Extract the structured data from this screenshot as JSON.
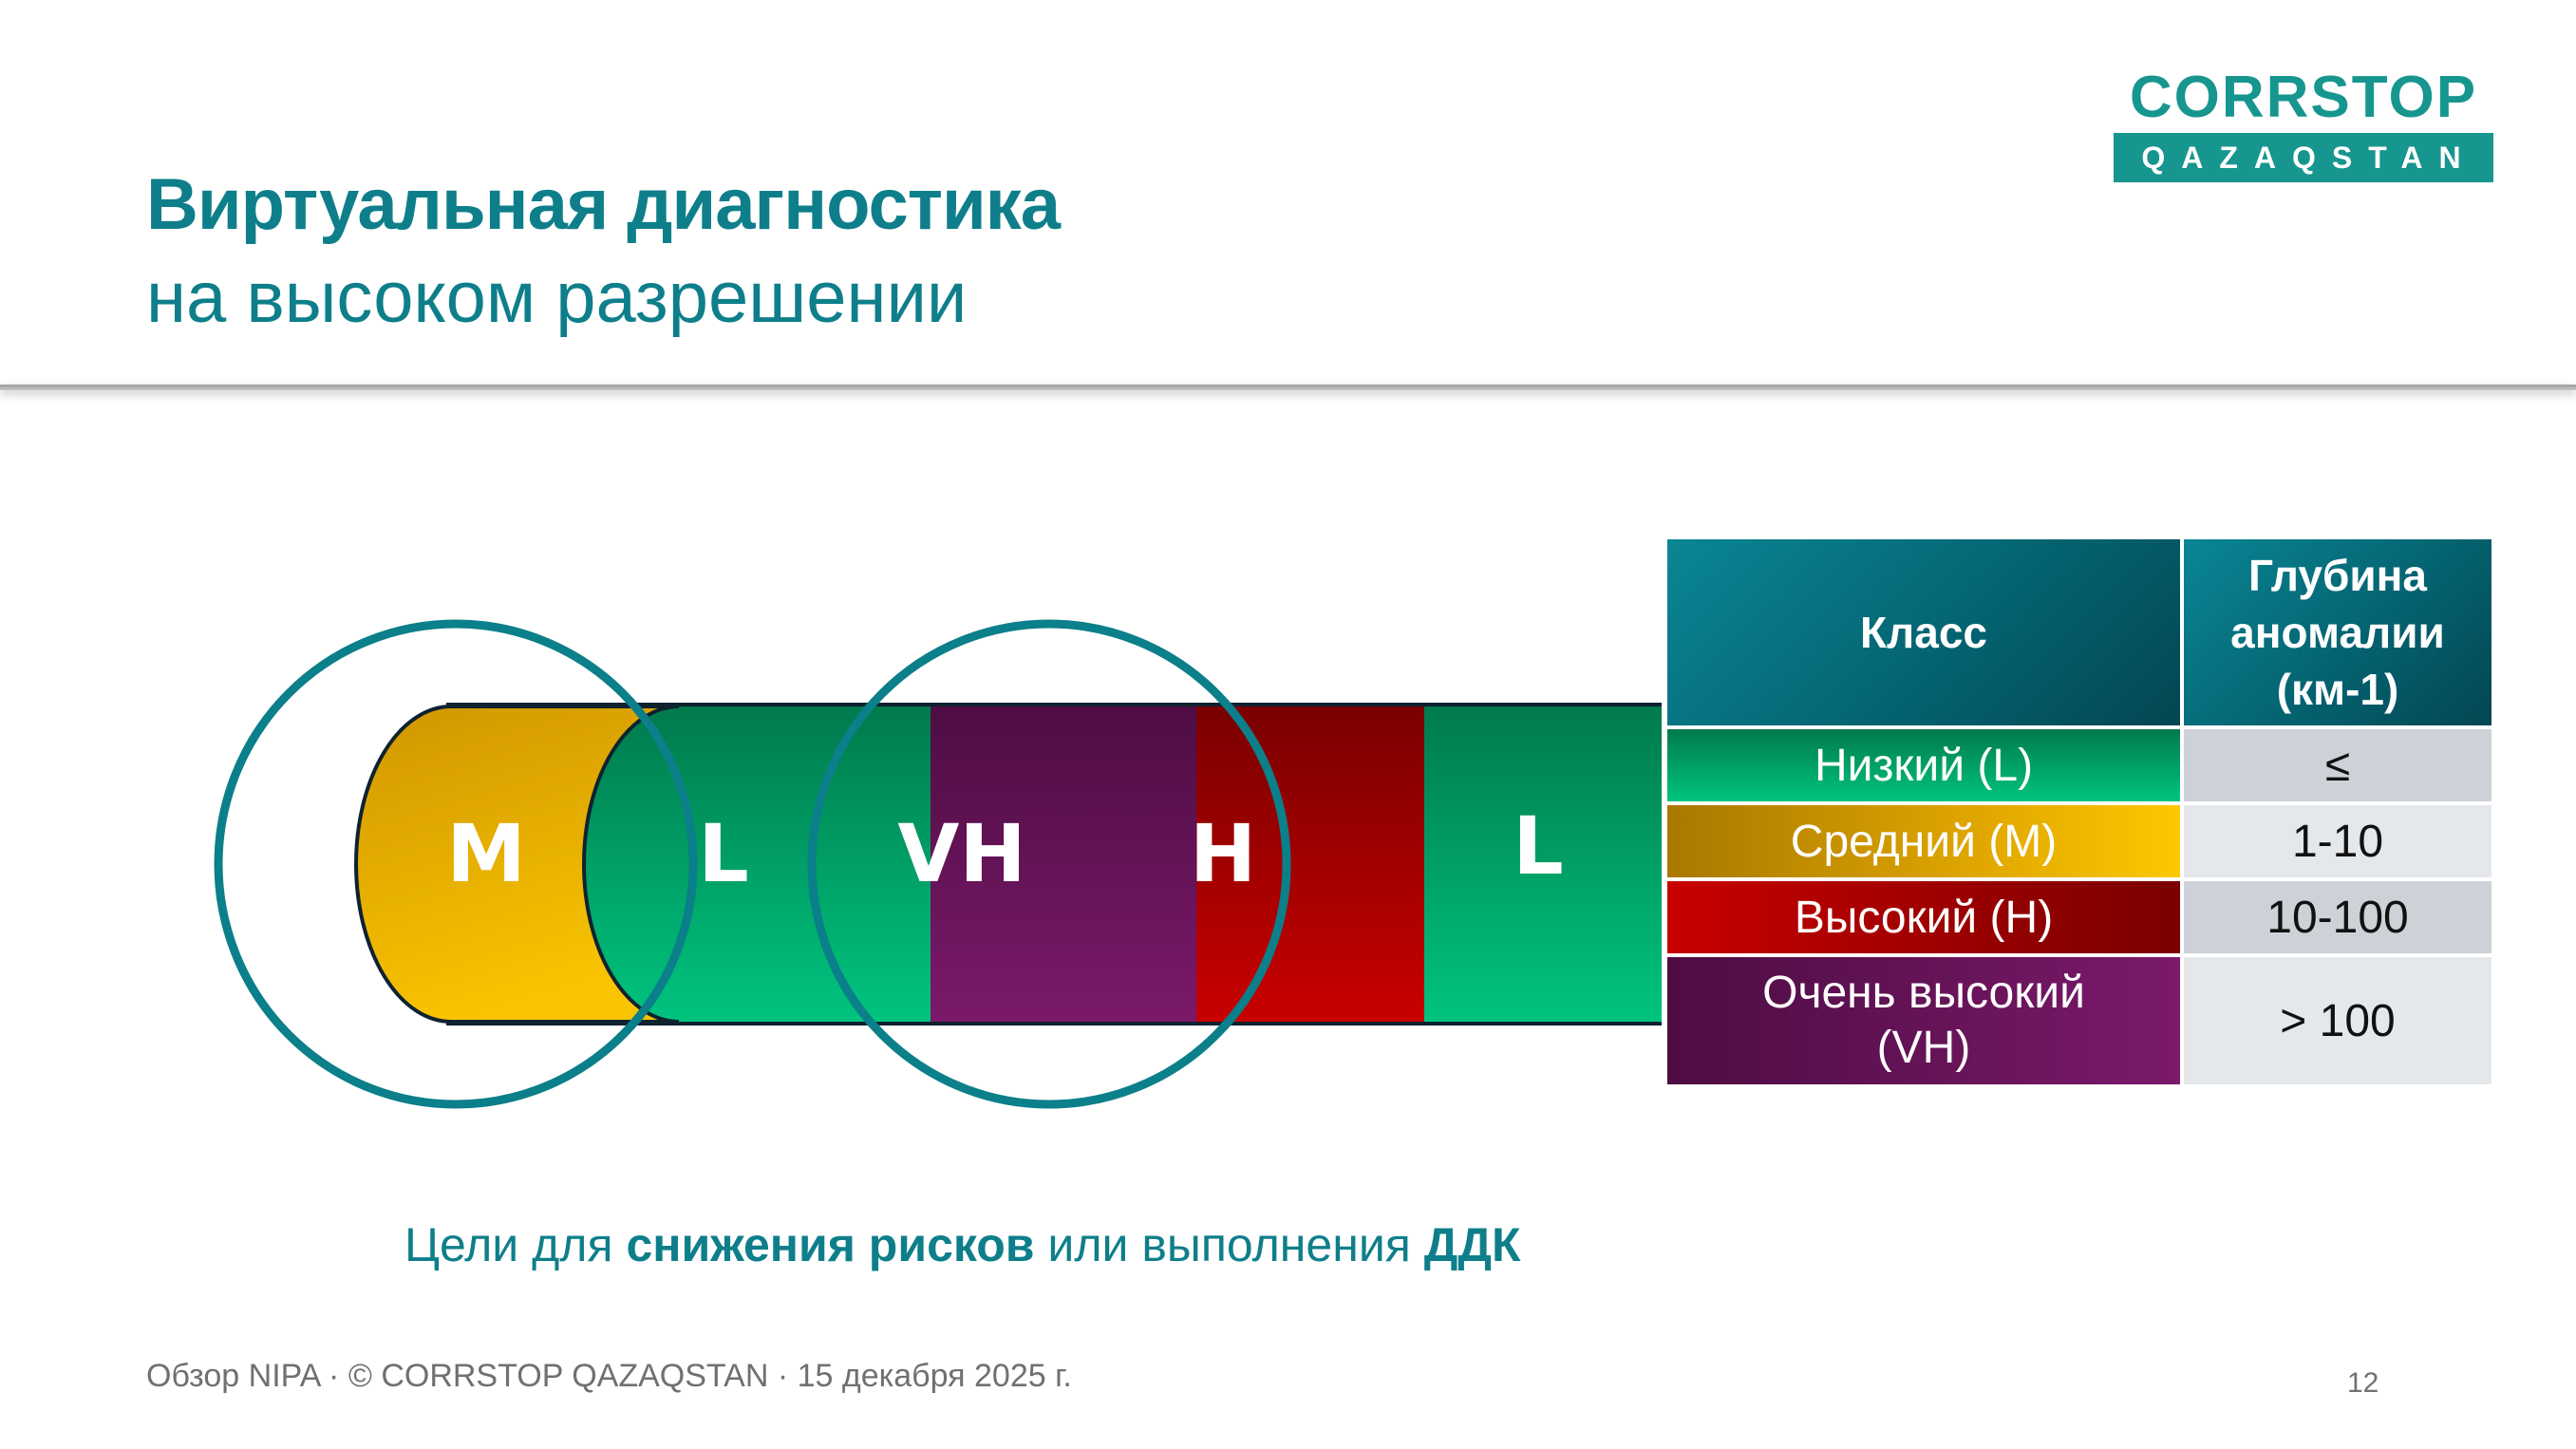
{
  "header": {
    "title": "Виртуальная диагностика",
    "subtitle": "на высоком разрешении"
  },
  "logo": {
    "top": "CORRSTOP",
    "bottom": "QAZAQSTAN",
    "color": "#17968f"
  },
  "diagram": {
    "segments": [
      {
        "label": "M",
        "class": "medium",
        "color_top": "#d09600",
        "color_bottom": "#f8c400"
      },
      {
        "label": "L",
        "class": "low",
        "color_top": "#007a4c",
        "color_bottom": "#00c47f"
      },
      {
        "label": "VH",
        "class": "very-high",
        "color_top": "#4e0d43",
        "color_bottom": "#7b196b"
      },
      {
        "label": "H",
        "class": "high",
        "color_top": "#7a0000",
        "color_bottom": "#c80000"
      },
      {
        "label": "L",
        "class": "low",
        "color_top": "#007a4c",
        "color_bottom": "#00c47f"
      }
    ],
    "ring_color": "#0b7f8a"
  },
  "table": {
    "headers": [
      "Класс",
      "Глубина аномалии (км-1)"
    ],
    "header_lines": [
      "Глубина",
      "аномалии",
      "(км-1)"
    ],
    "rows": [
      {
        "class": "Низкий (L)",
        "depth": "≤"
      },
      {
        "class": "Средний (M)",
        "depth": "1-10"
      },
      {
        "class": "Высокий (H)",
        "depth": "10-100"
      },
      {
        "class_line1": "Очень высокий",
        "class_line2": "(VH)",
        "depth": "> 100"
      }
    ]
  },
  "caption": {
    "part1": "Цели для ",
    "bold1": "снижения рисков",
    "part2": " или выполнения ",
    "bold2": "ДДК"
  },
  "footer": {
    "text": "Обзор NIPA · © CORRSTOP QAZAQSTAN · 15 декабря 2025 г.",
    "page": "12"
  }
}
